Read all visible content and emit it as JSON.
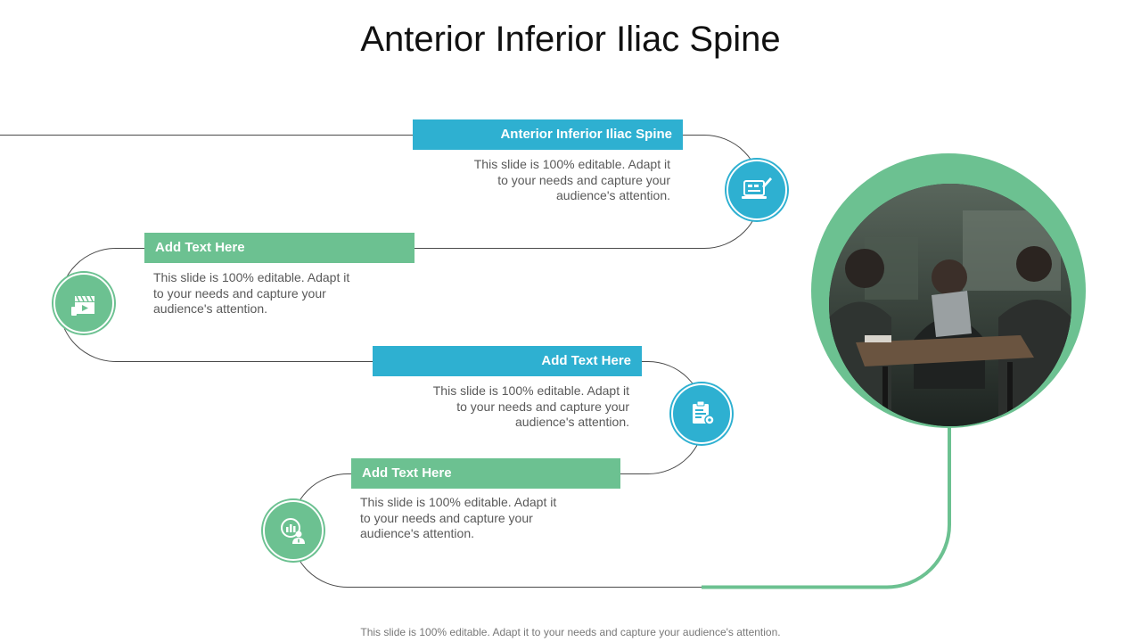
{
  "title": "Anterior Inferior Iliac Spine",
  "steps": [
    {
      "heading": "Anterior Inferior Iliac Spine",
      "line1": "This slide is 100% editable.  Adapt it",
      "line2": "to your needs and capture your",
      "line3": "audience's attention.",
      "icon": "blog-laptop-icon",
      "color": "#2eb0d1"
    },
    {
      "heading": "Add Text Here",
      "line1": "This slide is 100% editable.  Adapt it",
      "line2": "to your needs and capture your",
      "line3": "audience's attention.",
      "icon": "video-clapperboard-icon",
      "color": "#6cc191"
    },
    {
      "heading": "Add Text Here",
      "line1": "This slide is 100% editable.  Adapt it",
      "line2": "to your needs and capture your",
      "line3": "audience's attention.",
      "icon": "clipboard-gear-icon",
      "color": "#2eb0d1"
    },
    {
      "heading": "Add Text Here",
      "line1": "This slide is 100% editable.  Adapt it",
      "line2": "to your needs and capture your",
      "line3": "audience's attention.",
      "icon": "user-chart-info-icon",
      "color": "#6cc191"
    }
  ],
  "footer": "This slide is 100% editable. Adapt it to your needs and capture your audience's attention."
}
